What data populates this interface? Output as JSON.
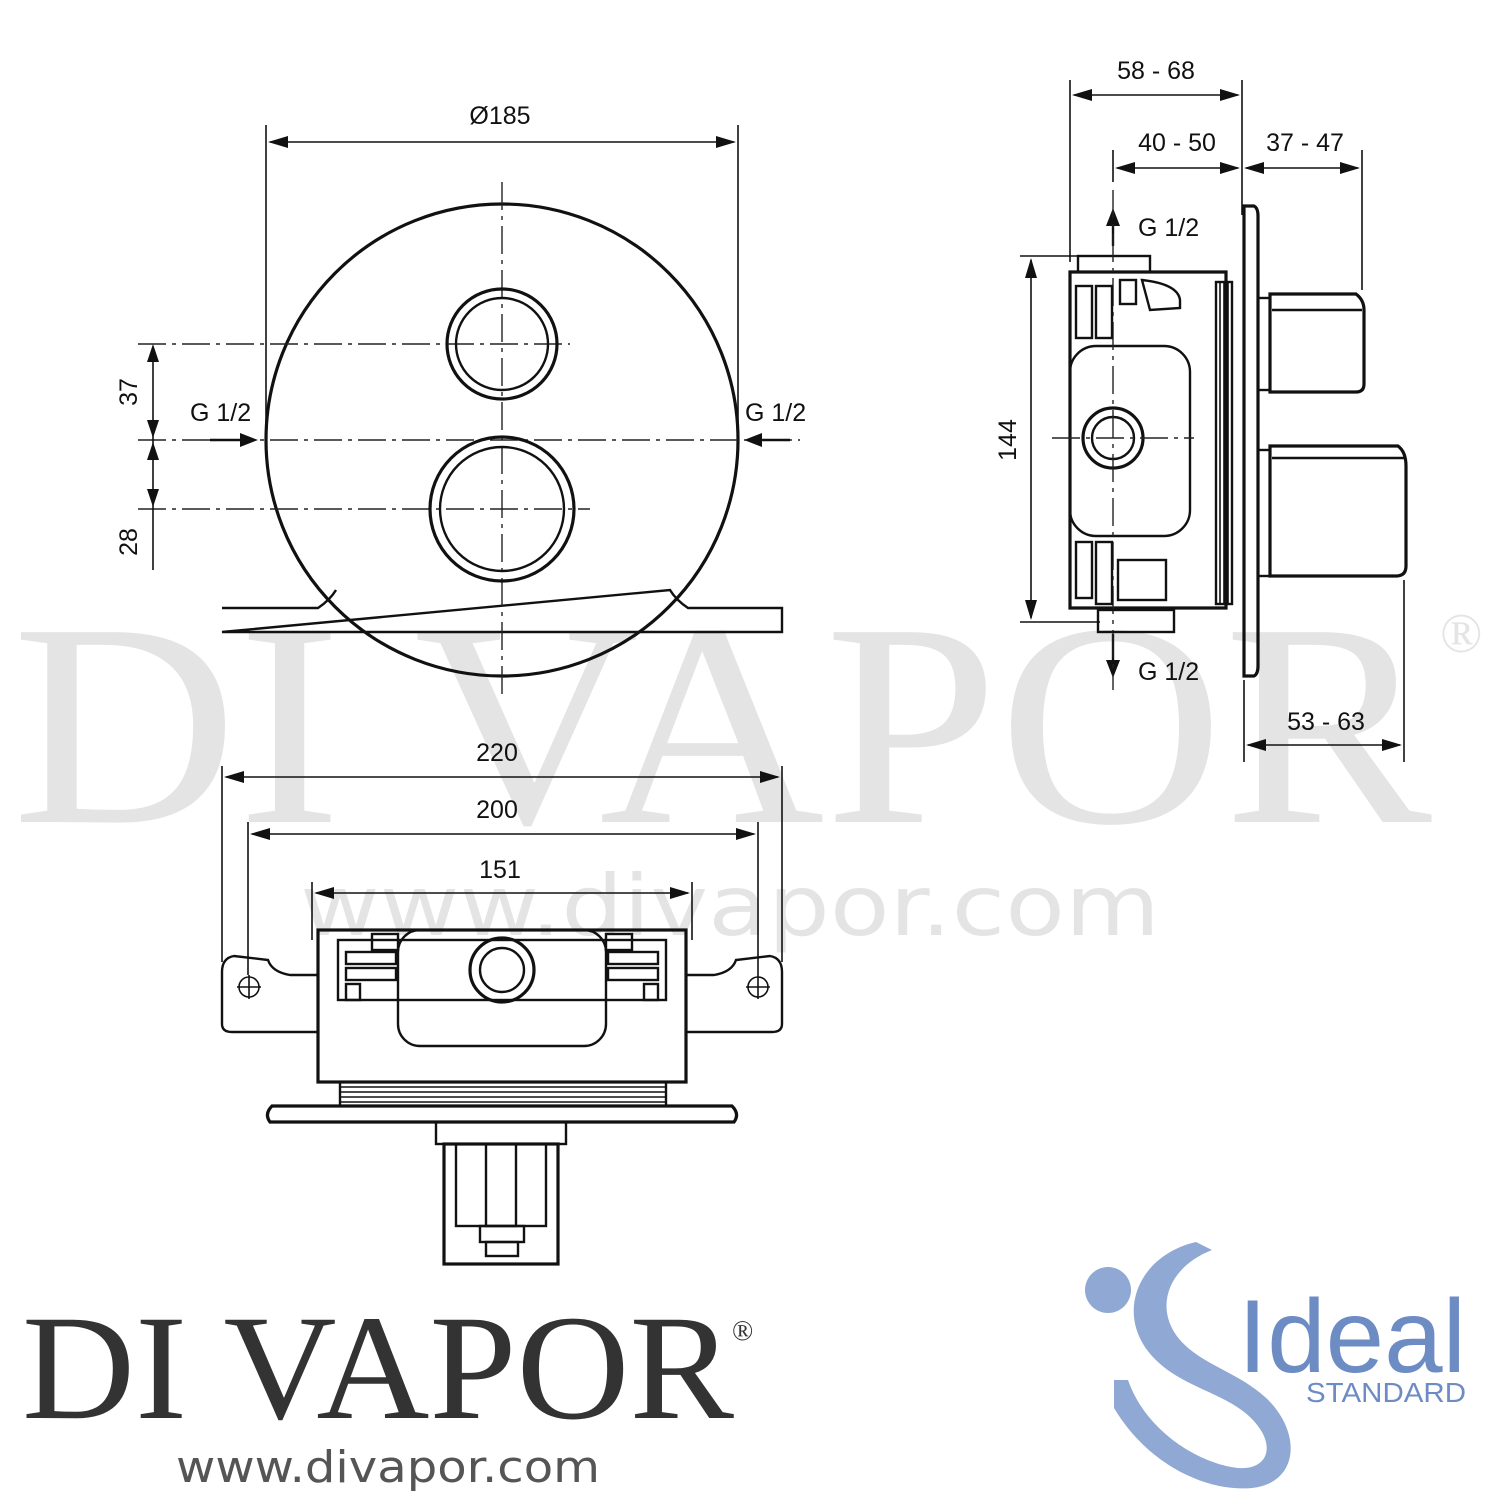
{
  "colors": {
    "line": "#111111",
    "brand_text": "#333333",
    "ideal_blue": "#8fa8d4",
    "ideal_text": "#6d8cc4"
  },
  "watermark": {
    "brand": "DI VAPOR",
    "registered": "®",
    "url": "www.divapor.com"
  },
  "front_view": {
    "diameter_label": "Ø185",
    "inlet_left": "G 1/2",
    "inlet_right": "G 1/2",
    "offset_upper": "37",
    "offset_lower": "28"
  },
  "bottom_view": {
    "width_outer": "220",
    "width_mid": "200",
    "width_inner": "151"
  },
  "side_view": {
    "depth_total": "58 - 68",
    "depth_inner": "40 - 50",
    "projection_upper": "37 - 47",
    "projection_lower": "53 - 63",
    "height": "144",
    "outlet_top": "G 1/2",
    "outlet_bottom": "G 1/2"
  },
  "footer": {
    "brand": "DI VAPOR",
    "registered": "®",
    "url": "www.divapor.com"
  },
  "ideal_logo": {
    "word": "Ideal",
    "sub": "STANDARD"
  }
}
